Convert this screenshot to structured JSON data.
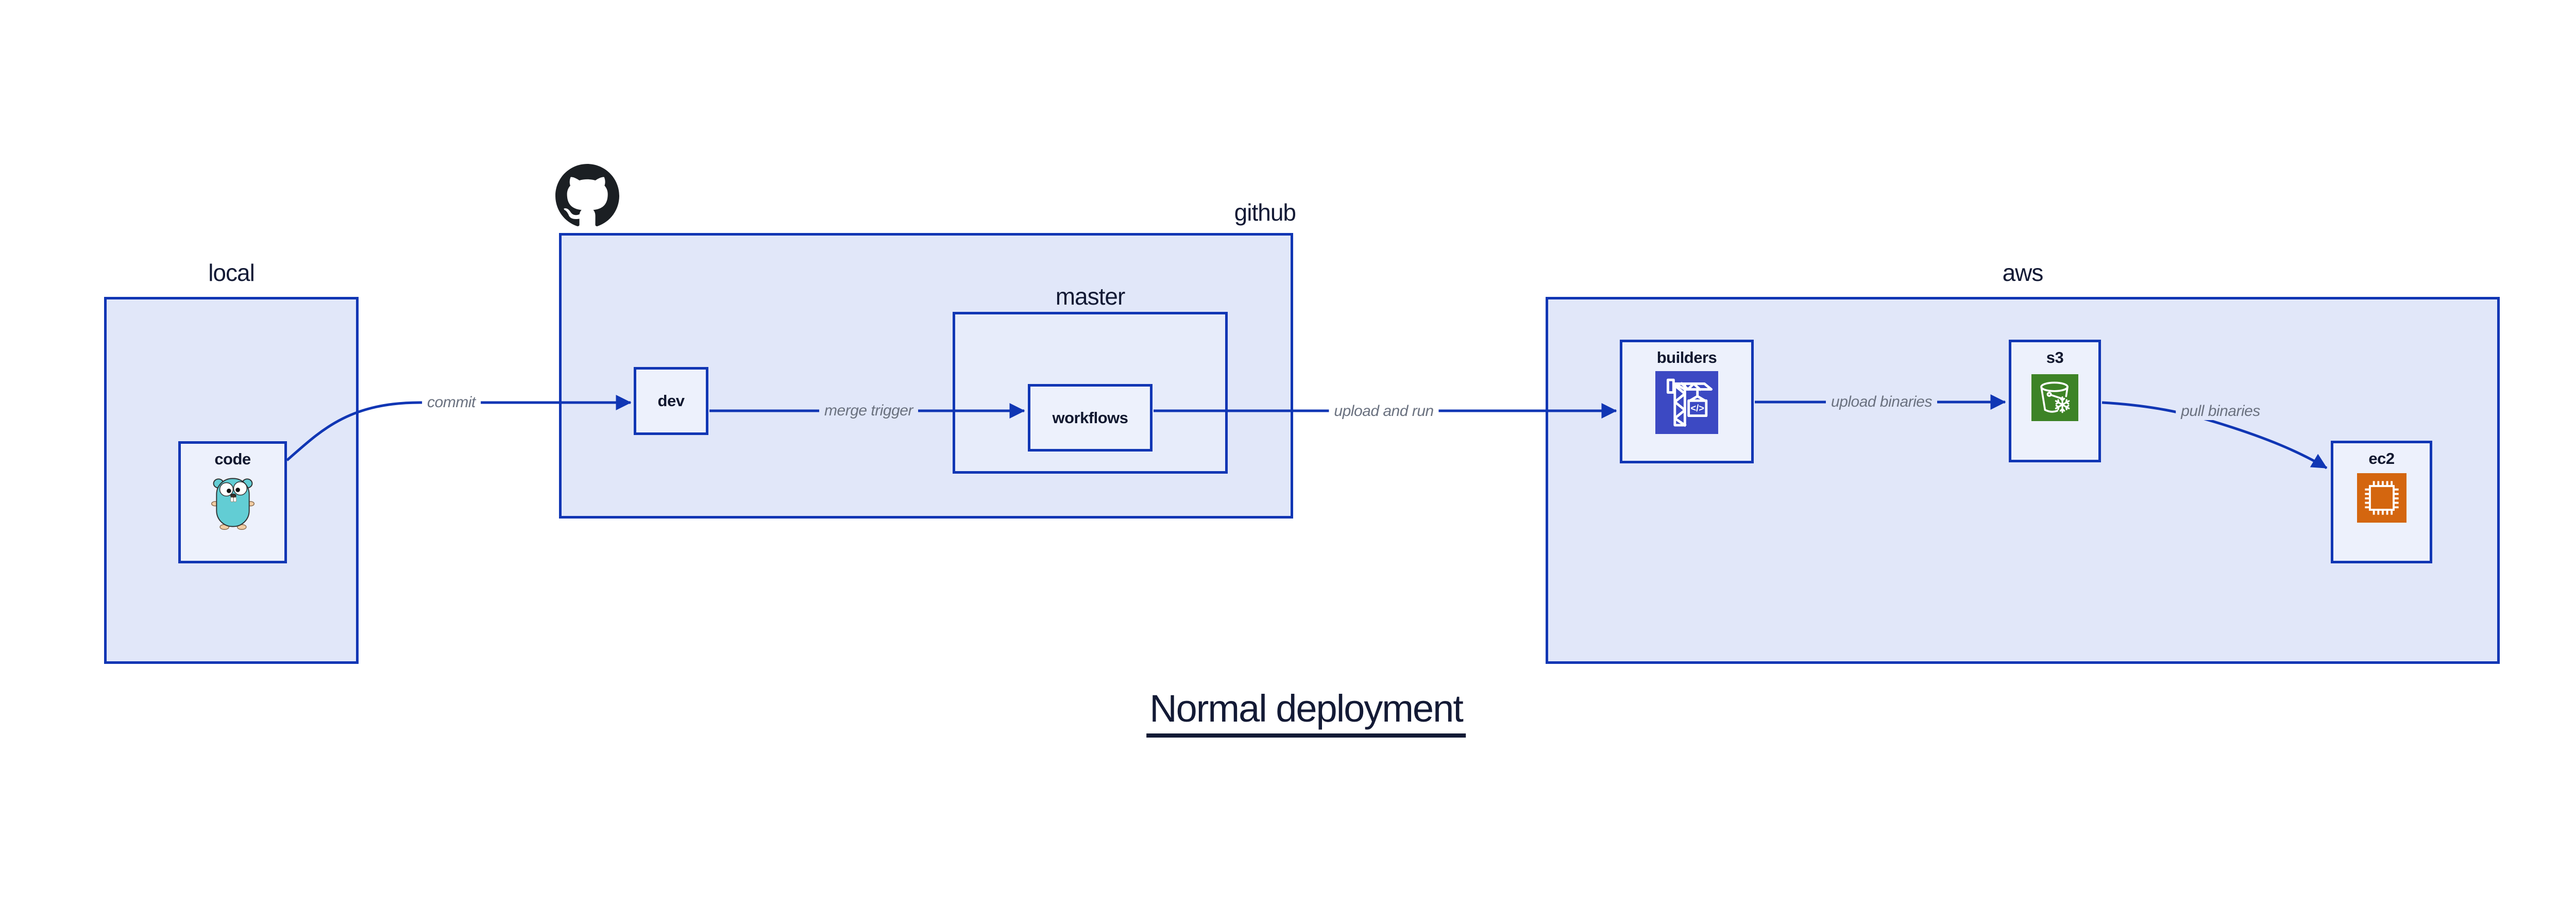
{
  "title": "Normal deployment",
  "colors": {
    "stroke_blue": "#1036b4",
    "container_fill": "#e1e7f9",
    "master_fill": "#e7ecfa",
    "node_fill": "#edf1fc",
    "edge_label_gray": "#6b7280",
    "text_navy": "#131a35",
    "builders_icon_bg": "#3c49c3",
    "s3_icon_bg": "#3d8326",
    "ec2_icon_bg": "#d4660f",
    "gopher_teal": "#62cdd4",
    "octocat_black": "#1b1f23"
  },
  "groups": {
    "local": {
      "label": "local",
      "nodes": {
        "code": {
          "label": "code",
          "icon": "go-gopher-icon"
        }
      }
    },
    "github": {
      "label": "github",
      "icon": "github-octocat-icon",
      "nodes": {
        "dev": {
          "label": "dev"
        },
        "master": {
          "label": "master",
          "nodes": {
            "workflows": {
              "label": "workflows"
            }
          }
        }
      }
    },
    "aws": {
      "label": "aws",
      "nodes": {
        "builders": {
          "label": "builders",
          "icon": "codebuild-crane-icon"
        },
        "s3": {
          "label": "s3",
          "icon": "s3-glacier-bucket-icon"
        },
        "ec2": {
          "label": "ec2",
          "icon": "ec2-chip-icon"
        }
      }
    }
  },
  "edges": [
    {
      "id": "commit",
      "label": "commit",
      "from": "code",
      "to": "dev"
    },
    {
      "id": "merge-trigger",
      "label": "merge trigger",
      "from": "dev",
      "to": "workflows"
    },
    {
      "id": "upload-and-run",
      "label": "upload and run",
      "from": "workflows",
      "to": "builders"
    },
    {
      "id": "upload-binaries",
      "label": "upload binaries",
      "from": "builders",
      "to": "s3"
    },
    {
      "id": "pull-binaries",
      "label": "pull binaries",
      "from": "s3",
      "to": "ec2"
    }
  ]
}
